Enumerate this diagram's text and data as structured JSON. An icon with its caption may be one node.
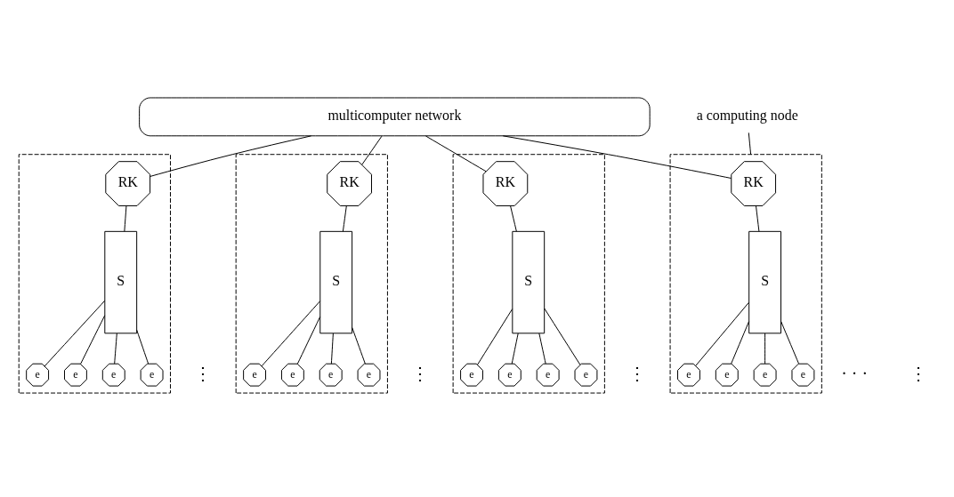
{
  "diagram": {
    "nodes": [
      {
        "text": [
          "multicomputer network"
        ]
      },
      {
        "text": [],
        "shape": "box"
      },
      {
        "text": [
          "RK"
        ],
        "in": 1
      },
      {
        "text": [
          "S"
        ],
        "in": 1
      },
      {
        "text": [
          "e"
        ],
        "in": 1
      },
      {
        "text": [
          "e"
        ],
        "in": 1
      },
      {
        "text": [
          "e"
        ],
        "in": 1
      },
      {
        "text": [
          "e"
        ],
        "in": 1
      },
      {
        "text": [],
        "shape": "box"
      },
      {
        "text": [
          "RK"
        ],
        "in": 8
      },
      {
        "text": [
          "S"
        ],
        "in": 8
      },
      {
        "text": [
          "e"
        ],
        "in": 8
      },
      {
        "text": [
          "e"
        ],
        "in": 8
      },
      {
        "text": [
          "e"
        ],
        "in": 8
      },
      {
        "text": [
          "e"
        ],
        "in": 8
      },
      {
        "text": [],
        "shape": "box"
      },
      {
        "text": [
          "RK"
        ],
        "in": 15
      },
      {
        "text": [
          "S"
        ],
        "in": 15
      },
      {
        "text": [
          "e"
        ],
        "in": 15
      },
      {
        "text": [
          "e"
        ],
        "in": 15
      },
      {
        "text": [
          "e"
        ],
        "in": 15
      },
      {
        "text": [
          "e"
        ],
        "in": 15
      },
      {
        "text": [],
        "shape": "box"
      },
      {
        "text": [
          "RK"
        ],
        "in": 22
      },
      {
        "text": [
          "S"
        ],
        "in": 22
      },
      {
        "text": [
          "e"
        ],
        "in": 22
      },
      {
        "text": [
          "e"
        ],
        "in": 22
      },
      {
        "text": [
          "e"
        ],
        "in": 22
      },
      {
        "text": [
          "e"
        ],
        "in": 22
      },
      {
        "text": [
          "a computing node"
        ]
      }
    ],
    "edges": [
      {
        "from": 0,
        "to": 2,
        "arrow": "none"
      },
      {
        "from": 0,
        "to": 9,
        "arrow": "none"
      },
      {
        "from": 0,
        "to": 16,
        "arrow": "none"
      },
      {
        "from": 0,
        "to": 23,
        "arrow": "none"
      },
      {
        "from": 2,
        "to": 3,
        "arrow": "none"
      },
      {
        "from": 3,
        "to": 4,
        "arrow": "none"
      },
      {
        "from": 3,
        "to": 5,
        "arrow": "none"
      },
      {
        "from": 3,
        "to": 6,
        "arrow": "none"
      },
      {
        "from": 3,
        "to": 7,
        "arrow": "none"
      },
      {
        "from": 9,
        "to": 10,
        "arrow": "none"
      },
      {
        "from": 10,
        "to": 11,
        "arrow": "none"
      },
      {
        "from": 10,
        "to": 12,
        "arrow": "none"
      },
      {
        "from": 10,
        "to": 13,
        "arrow": "none"
      },
      {
        "from": 10,
        "to": 14,
        "arrow": "none"
      },
      {
        "from": 16,
        "to": 17,
        "arrow": "none"
      },
      {
        "from": 17,
        "to": 18,
        "arrow": "none"
      },
      {
        "from": 17,
        "to": 19,
        "arrow": "none"
      },
      {
        "from": 17,
        "to": 20,
        "arrow": "none"
      },
      {
        "from": 17,
        "to": 21,
        "arrow": "none"
      },
      {
        "from": 23,
        "to": 24,
        "arrow": "none"
      },
      {
        "from": 24,
        "to": 25,
        "arrow": "none"
      },
      {
        "from": 24,
        "to": 26,
        "arrow": "none"
      },
      {
        "from": 24,
        "to": 27,
        "arrow": "none"
      },
      {
        "from": 24,
        "to": 28,
        "arrow": "none"
      },
      {
        "from": 29,
        "to": 22,
        "arrow": "none"
      }
    ],
    "labels": [
      "⋮",
      "⋮",
      "⋮",
      "· · ·",
      "⋮"
    ]
  }
}
